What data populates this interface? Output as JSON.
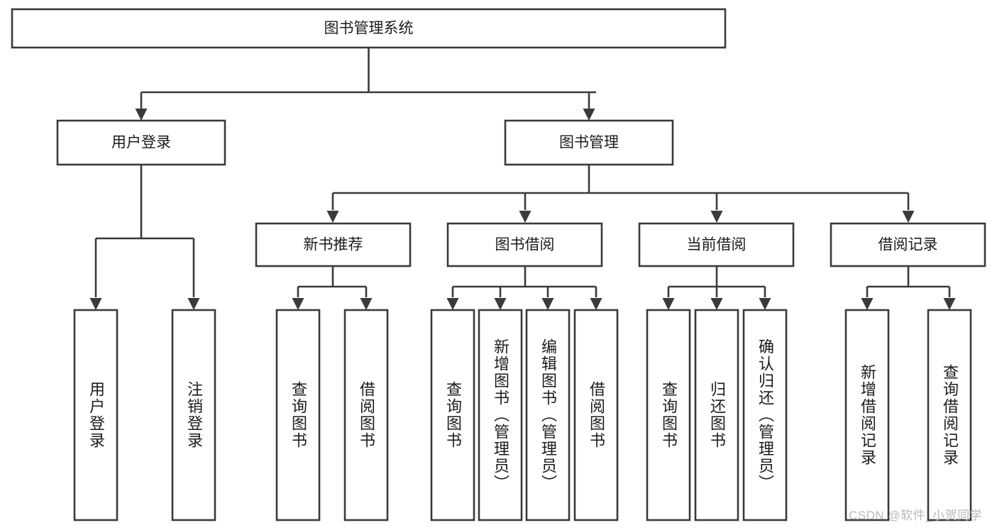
{
  "diagram": {
    "type": "tree",
    "title": "图书管理系统",
    "orientation": "top-down",
    "colors": {
      "box_stroke": "#3a3a3a",
      "box_fill": "#ffffff",
      "text": "#1c1c1c",
      "background": "#ffffff",
      "watermark": "#b9b9b9"
    },
    "root": {
      "label": "图书管理系统"
    },
    "level2": [
      {
        "label": "用户登录"
      },
      {
        "label": "图书管理"
      }
    ],
    "level3": [
      {
        "label": "新书推荐"
      },
      {
        "label": "图书借阅"
      },
      {
        "label": "当前借阅"
      },
      {
        "label": "借阅记录"
      }
    ],
    "leaves": {
      "user_login": [
        {
          "label": "用户登录"
        },
        {
          "label": "注销登录"
        }
      ],
      "new_book_recommend": [
        {
          "label": "查询图书"
        },
        {
          "label": "借阅图书"
        }
      ],
      "book_borrow": [
        {
          "label": "查询图书"
        },
        {
          "label": "新增图书（管理员）"
        },
        {
          "label": "编辑图书（管理员）"
        },
        {
          "label": "借阅图书"
        }
      ],
      "current_borrow": [
        {
          "label": "查询图书"
        },
        {
          "label": "归还图书"
        },
        {
          "label": "确认归还（管理员）"
        }
      ],
      "borrow_record": [
        {
          "label": "新增借阅记录"
        },
        {
          "label": "查询借阅记录"
        }
      ]
    }
  },
  "watermark": {
    "text": "CSDN @软件_小贺同学"
  }
}
